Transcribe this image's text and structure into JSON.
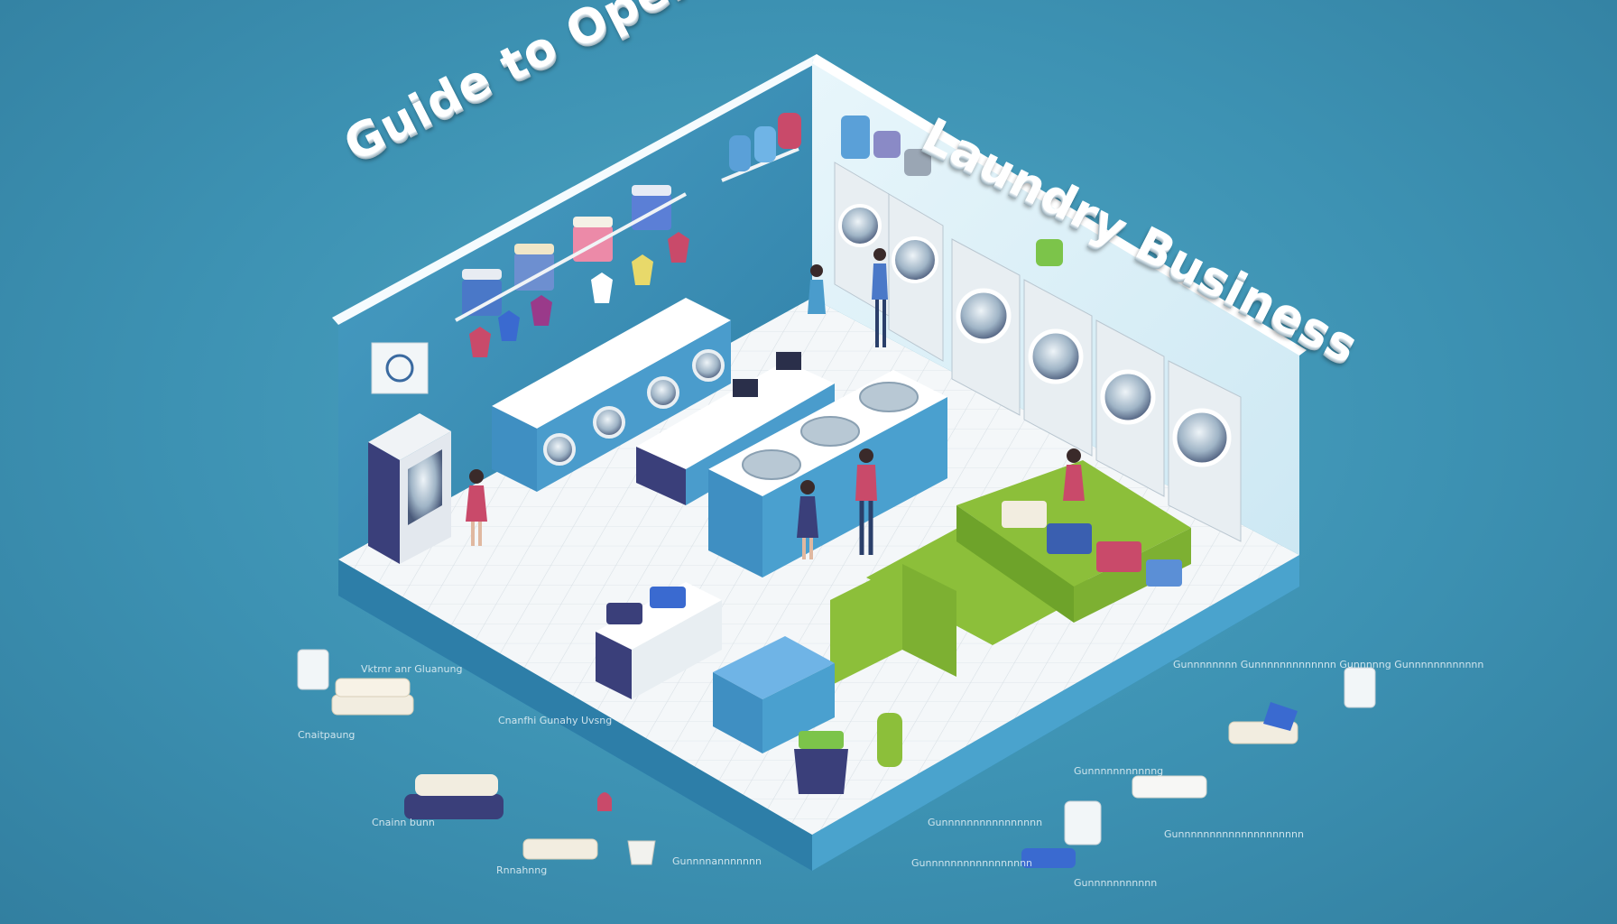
{
  "title": {
    "line1": "Guide to Openen a",
    "line2": "Laundry Business"
  },
  "captions": {
    "left_1": "Vktrnr anr Gluanung",
    "left_2": "Cnaitpaung",
    "left_3": "Cnainn bunn",
    "left_4": "Cnanfhi Gunahy Uvsng",
    "left_5": "Gunnnnannnnnnn",
    "left_6": "Rnnahnng",
    "right_1": "Gunnnnnnnn Gunnnnnnnnnnnnn Gunnnnng Gunnnnnnnnnnnn",
    "right_2": "Gunnnnnnnnnnng",
    "right_3": "Gunnnnnnnnnnnnnnnnn",
    "right_4": "Gunnnnnnnnnnnnnnnnnnnn",
    "right_5": "Gunnnnnnnnnnn",
    "right_6": "Gunnnnnnnnnnnnnnnn"
  },
  "colors": {
    "background": "#3d92b3",
    "wall_blue": "#3f8fb8",
    "machine_white": "#e8eef2",
    "accent_green": "#8cbf3a",
    "counter_blue": "#4a9ccc",
    "navy": "#3a3f7a"
  }
}
